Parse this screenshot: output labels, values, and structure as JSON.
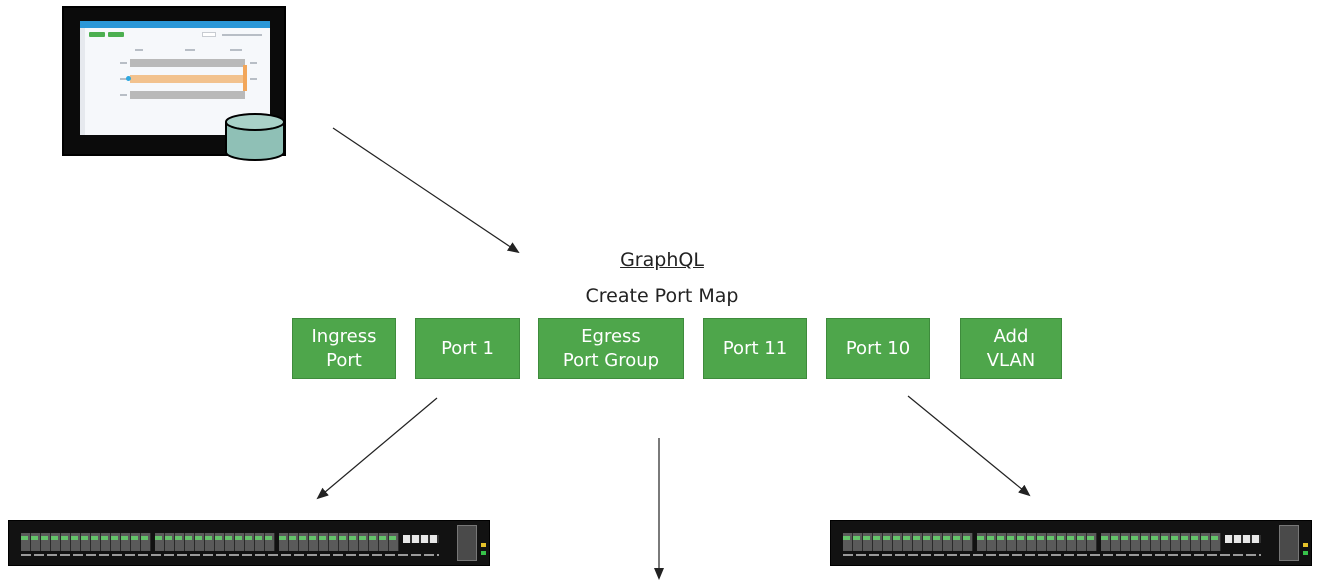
{
  "diagram": {
    "title": "GraphQL",
    "subtitle": "Create Port Map",
    "boxes": [
      {
        "label": "Ingress\nPort"
      },
      {
        "label": "Port 1"
      },
      {
        "label": "Egress\nPort Group"
      },
      {
        "label": "Port 11"
      },
      {
        "label": "Port 10"
      },
      {
        "label": "Add\nVLAN"
      }
    ],
    "colors": {
      "box_fill": "#4ea64b",
      "box_text": "#ffffff",
      "arrow": "#222222",
      "db_fill": "#8fc0b6"
    },
    "icons": {
      "monitor": "dashboard-monitor-icon",
      "database": "database-icon",
      "switch": "network-switch-icon"
    }
  }
}
